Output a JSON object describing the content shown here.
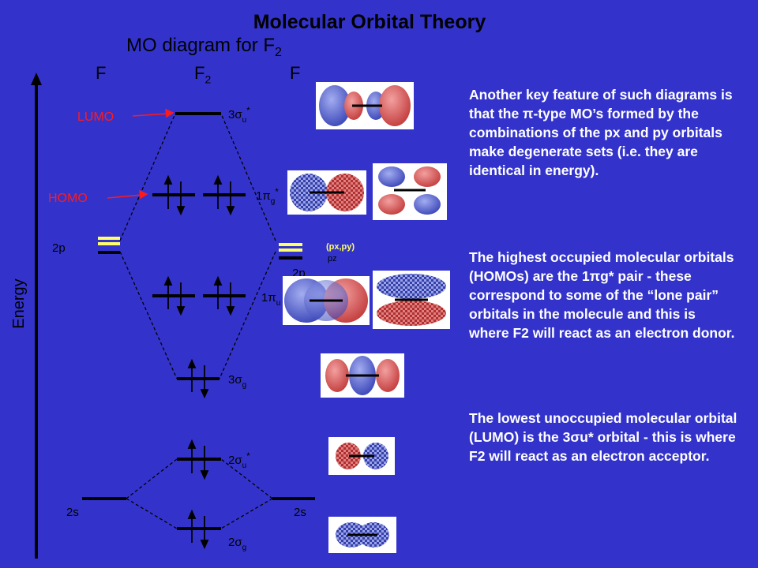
{
  "title": "Molecular Orbital Theory",
  "subtitle": {
    "text": "MO diagram for F",
    "sub": "2"
  },
  "columns": {
    "left": "F",
    "middle": "F",
    "middle_sub": "2",
    "right": "F"
  },
  "axis_label": "Energy",
  "markers": {
    "lumo": "LUMO",
    "homo": "HOMO"
  },
  "atomic_levels": {
    "left_2p": "2p",
    "right_2p": "2p",
    "left_2s": "2s",
    "right_2s": "2s",
    "pxpy": "(px,py)",
    "pz": "pz"
  },
  "mo_labels": {
    "s3u": {
      "prefix": "3σ",
      "sub": "u",
      "sup": "*"
    },
    "p1g": {
      "prefix": "1π",
      "sub": "g",
      "sup": "*"
    },
    "p1u": {
      "prefix": "1π",
      "sub": "u",
      "sup": ""
    },
    "s3g": {
      "prefix": "3σ",
      "sub": "g",
      "sup": ""
    },
    "s2u": {
      "prefix": "2σ",
      "sub": "u",
      "sup": "*"
    },
    "s2g": {
      "prefix": "2σ",
      "sub": "g",
      "sup": ""
    }
  },
  "paragraphs": {
    "p1": "Another key feature of such diagrams is that the π-type MO’s formed by the combinations of the px and py orbitals make degenerate sets (i.e. they are identical in energy).",
    "p2": "The highest occupied molecular orbitals (HOMOs) are the 1πg* pair - these correspond to some of the “lone pair” orbitals in the molecule and this is where F2 will react as an electron donor.",
    "p3": "The lowest unoccupied molecular orbital (LUMO) is the 3σu* orbital - this is where F2 will react as an electron acceptor."
  },
  "colors": {
    "background": "#3333cc",
    "title": "#000000",
    "marker": "#ff1a1a",
    "highlight": "#ffff66",
    "lobe_red": "#d94a4a",
    "lobe_blue": "#4a5ad9"
  }
}
